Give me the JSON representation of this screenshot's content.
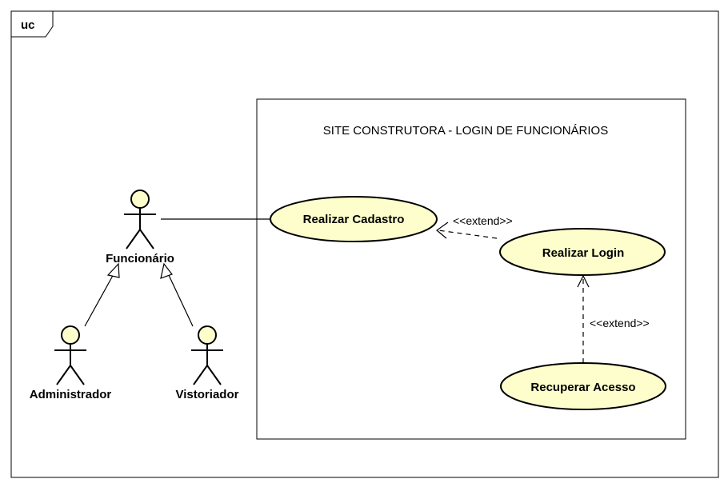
{
  "frame": {
    "tag": "uc"
  },
  "system": {
    "title": "SITE CONSTRUTORA - LOGIN DE FUNCIONÁRIOS"
  },
  "actors": {
    "funcionario": "Funcionário",
    "administrador": "Administrador",
    "vistoriador": "Vistoriador"
  },
  "use_cases": {
    "cadastro": "Realizar Cadastro",
    "login": "Realizar Login",
    "recuperar": "Recuperar Acesso"
  },
  "relations": {
    "extend_login": "<<extend>>",
    "extend_recuperar": "<<extend>>"
  },
  "colors": {
    "line": "#000000",
    "use_case_fill": "#fefecd",
    "actor_fill": "#fefecd",
    "background": "#ffffff"
  }
}
